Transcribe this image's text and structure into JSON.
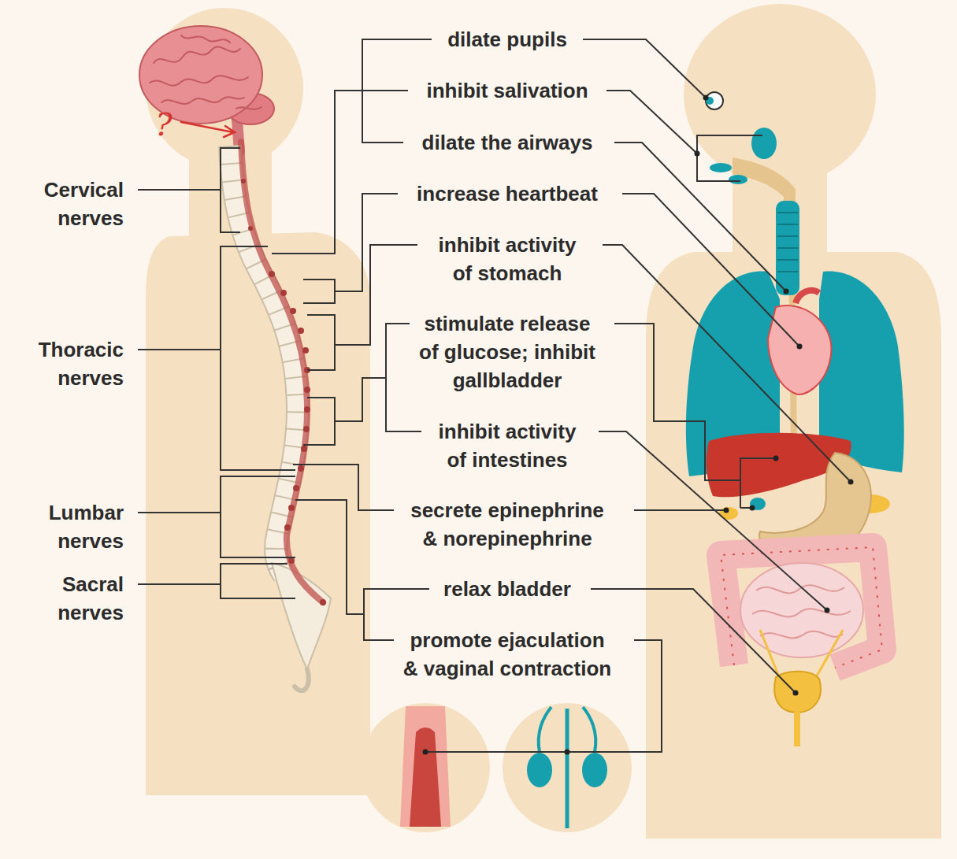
{
  "diagram": {
    "labels": [
      "?",
      "Cervical nerves",
      "Thoracic nerves",
      "Lumbar nerves",
      "Sacral nerves",
      "dilate pupils",
      "inhibit salivation",
      "dilate the airways",
      "increase heartbeat",
      "inhibit activity of stomach",
      "stimulate release of glucose; inhibit gallbladder",
      "inhibit activity of intestines",
      "secrete epinephrine & norepinephrine",
      "relax bladder",
      "promote ejaculation & vaginal contraction"
    ]
  }
}
